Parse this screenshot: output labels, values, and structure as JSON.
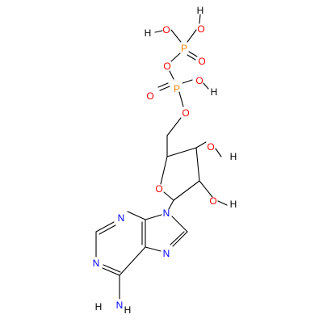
{
  "colors": {
    "bond": "#000000",
    "oxygen": "#ff0000",
    "nitrogen": "#0000ff",
    "phosphorus": "#ff8000",
    "hydrogen": "#000000",
    "background": "#ffffff"
  },
  "atoms": {
    "p_top": "P",
    "p_mid": "P",
    "o_top_oh_left": "O",
    "h_top_left": "H",
    "o_top_oh_up": "O",
    "h_top_up": "H",
    "o_top_double": "O",
    "o_bridge": "O",
    "o_mid_double": "O",
    "o_mid_oh": "O",
    "h_mid": "H",
    "o_ester": "O",
    "o_ring": "O",
    "o_c3": "O",
    "h_c3": "H",
    "o_c2": "O",
    "h_c2": "H",
    "n9": "N",
    "n3": "N",
    "n1": "N",
    "n7": "N",
    "n_amine": "N",
    "h_amine_1": "H",
    "h_amine_2": "H"
  }
}
